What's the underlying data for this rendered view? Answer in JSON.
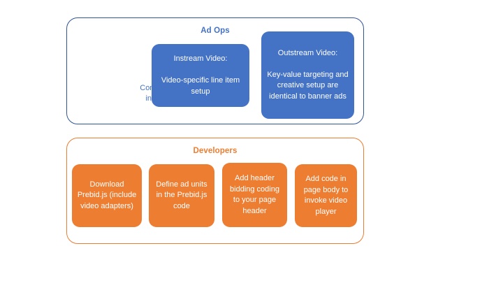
{
  "diagram": {
    "title_visible": false,
    "background": "#FFFFFF",
    "groups": [
      {
        "id": "ad-ops",
        "title": "Ad Ops",
        "title_color": "#4472C4",
        "border_color": "#2F5597",
        "items": [
          {
            "id": "configure-line-items",
            "style": "plain",
            "text": "Configure Line Items in Your Ad Server",
            "text_color": "#4472C4",
            "fill": "none"
          },
          {
            "id": "instream-video",
            "style": "filled",
            "text": "Instream Video:\n\nVideo-specific line item setup",
            "text_color": "#FFFFFF",
            "fill": "#4472C4"
          },
          {
            "id": "outstream-video",
            "style": "filled",
            "text": "Outstream Video:\n\nKey-value targeting and creative setup are identical to banner ads",
            "text_color": "#FFFFFF",
            "fill": "#4472C4"
          }
        ]
      },
      {
        "id": "developers",
        "title": "Developers",
        "title_color": "#ED7D31",
        "border_color": "#ED7D31",
        "items": [
          {
            "id": "download-prebid",
            "style": "filled",
            "text": "Download Prebid.js (include video adapters)",
            "text_color": "#FFFFFF",
            "fill": "#ED7D31"
          },
          {
            "id": "define-ad-units",
            "style": "filled",
            "text": "Define ad units in the Prebid.js code",
            "text_color": "#FFFFFF",
            "fill": "#ED7D31"
          },
          {
            "id": "add-header-bidding-code",
            "style": "filled",
            "text": "Add header bidding coding to your page header",
            "text_color": "#FFFFFF",
            "fill": "#ED7D31"
          },
          {
            "id": "add-code-page-body",
            "style": "filled",
            "text": "Add code in page body to invoke video player",
            "text_color": "#FFFFFF",
            "fill": "#ED7D31"
          }
        ]
      }
    ]
  }
}
